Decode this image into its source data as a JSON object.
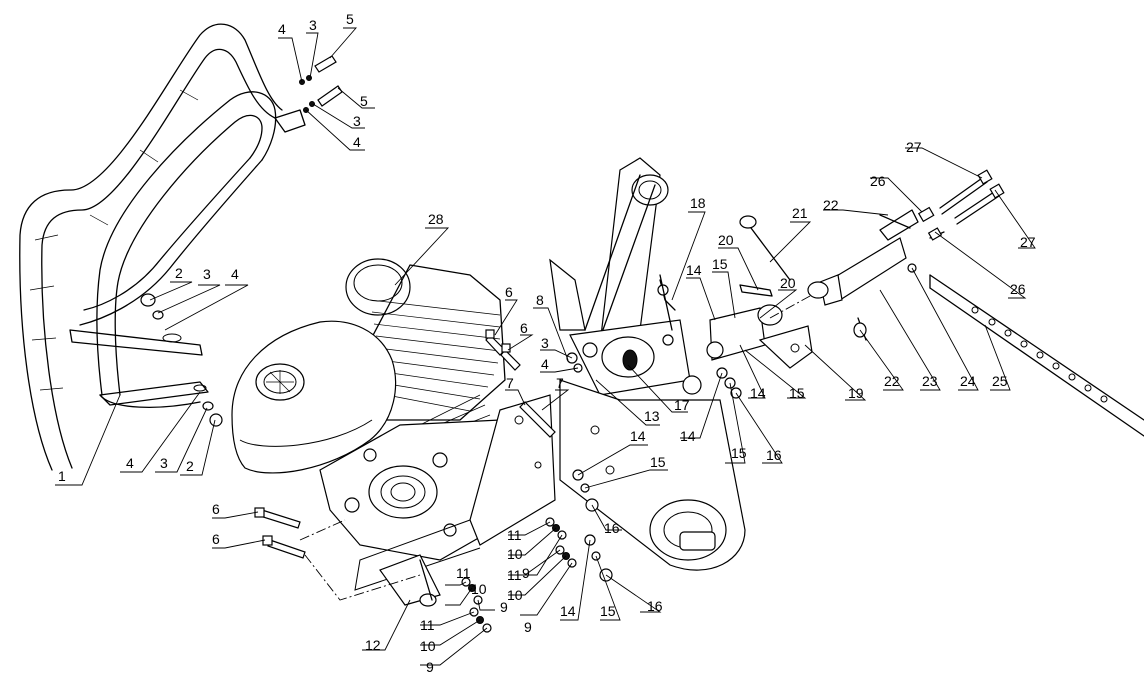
{
  "callouts": [
    {
      "id": "c1",
      "label": "1"
    },
    {
      "id": "c2a",
      "label": "2"
    },
    {
      "id": "c3a",
      "label": "3"
    },
    {
      "id": "c4a",
      "label": "4"
    },
    {
      "id": "c4b",
      "label": "4"
    },
    {
      "id": "c3b",
      "label": "3"
    },
    {
      "id": "c2b",
      "label": "2"
    },
    {
      "id": "c4c",
      "label": "4"
    },
    {
      "id": "c3c",
      "label": "3"
    },
    {
      "id": "c5a",
      "label": "5"
    },
    {
      "id": "c5b",
      "label": "5"
    },
    {
      "id": "c3d",
      "label": "3"
    },
    {
      "id": "c4d",
      "label": "4"
    },
    {
      "id": "c28",
      "label": "28"
    },
    {
      "id": "c6a",
      "label": "6"
    },
    {
      "id": "c6b",
      "label": "6"
    },
    {
      "id": "c6c",
      "label": "6"
    },
    {
      "id": "c6d",
      "label": "6"
    },
    {
      "id": "c8",
      "label": "8"
    },
    {
      "id": "c3e",
      "label": "3"
    },
    {
      "id": "c4e",
      "label": "4"
    },
    {
      "id": "c7a",
      "label": "7"
    },
    {
      "id": "c7b",
      "label": "7"
    },
    {
      "id": "c13",
      "label": "13"
    },
    {
      "id": "c14a",
      "label": "14"
    },
    {
      "id": "c15a",
      "label": "15"
    },
    {
      "id": "c16a",
      "label": "16"
    },
    {
      "id": "c17",
      "label": "17"
    },
    {
      "id": "c11a",
      "label": "11"
    },
    {
      "id": "c10a",
      "label": "10"
    },
    {
      "id": "c9a",
      "label": "9"
    },
    {
      "id": "c11b",
      "label": "11"
    },
    {
      "id": "c10b",
      "label": "10"
    },
    {
      "id": "c9b",
      "label": "9"
    },
    {
      "id": "c11c",
      "label": "11"
    },
    {
      "id": "c10c",
      "label": "10"
    },
    {
      "id": "c9c",
      "label": "9"
    },
    {
      "id": "c11d",
      "label": "11"
    },
    {
      "id": "c10d",
      "label": "10"
    },
    {
      "id": "c9d",
      "label": "9"
    },
    {
      "id": "c12",
      "label": "12"
    },
    {
      "id": "c14b",
      "label": "14"
    },
    {
      "id": "c15b",
      "label": "15"
    },
    {
      "id": "c16b",
      "label": "16"
    },
    {
      "id": "c18",
      "label": "18"
    },
    {
      "id": "c14c",
      "label": "14"
    },
    {
      "id": "c15c",
      "label": "15"
    },
    {
      "id": "c20a",
      "label": "20"
    },
    {
      "id": "c20b",
      "label": "20"
    },
    {
      "id": "c21",
      "label": "21"
    },
    {
      "id": "c14d",
      "label": "14"
    },
    {
      "id": "c15d",
      "label": "15"
    },
    {
      "id": "c16c",
      "label": "16"
    },
    {
      "id": "c14e",
      "label": "14"
    },
    {
      "id": "c15e",
      "label": "15"
    },
    {
      "id": "c19",
      "label": "19"
    },
    {
      "id": "c22a",
      "label": "22"
    },
    {
      "id": "c22b",
      "label": "22"
    },
    {
      "id": "c23",
      "label": "23"
    },
    {
      "id": "c24",
      "label": "24"
    },
    {
      "id": "c25",
      "label": "25"
    },
    {
      "id": "c26a",
      "label": "26"
    },
    {
      "id": "c26b",
      "label": "26"
    },
    {
      "id": "c27a",
      "label": "27"
    },
    {
      "id": "c27b",
      "label": "27"
    }
  ]
}
